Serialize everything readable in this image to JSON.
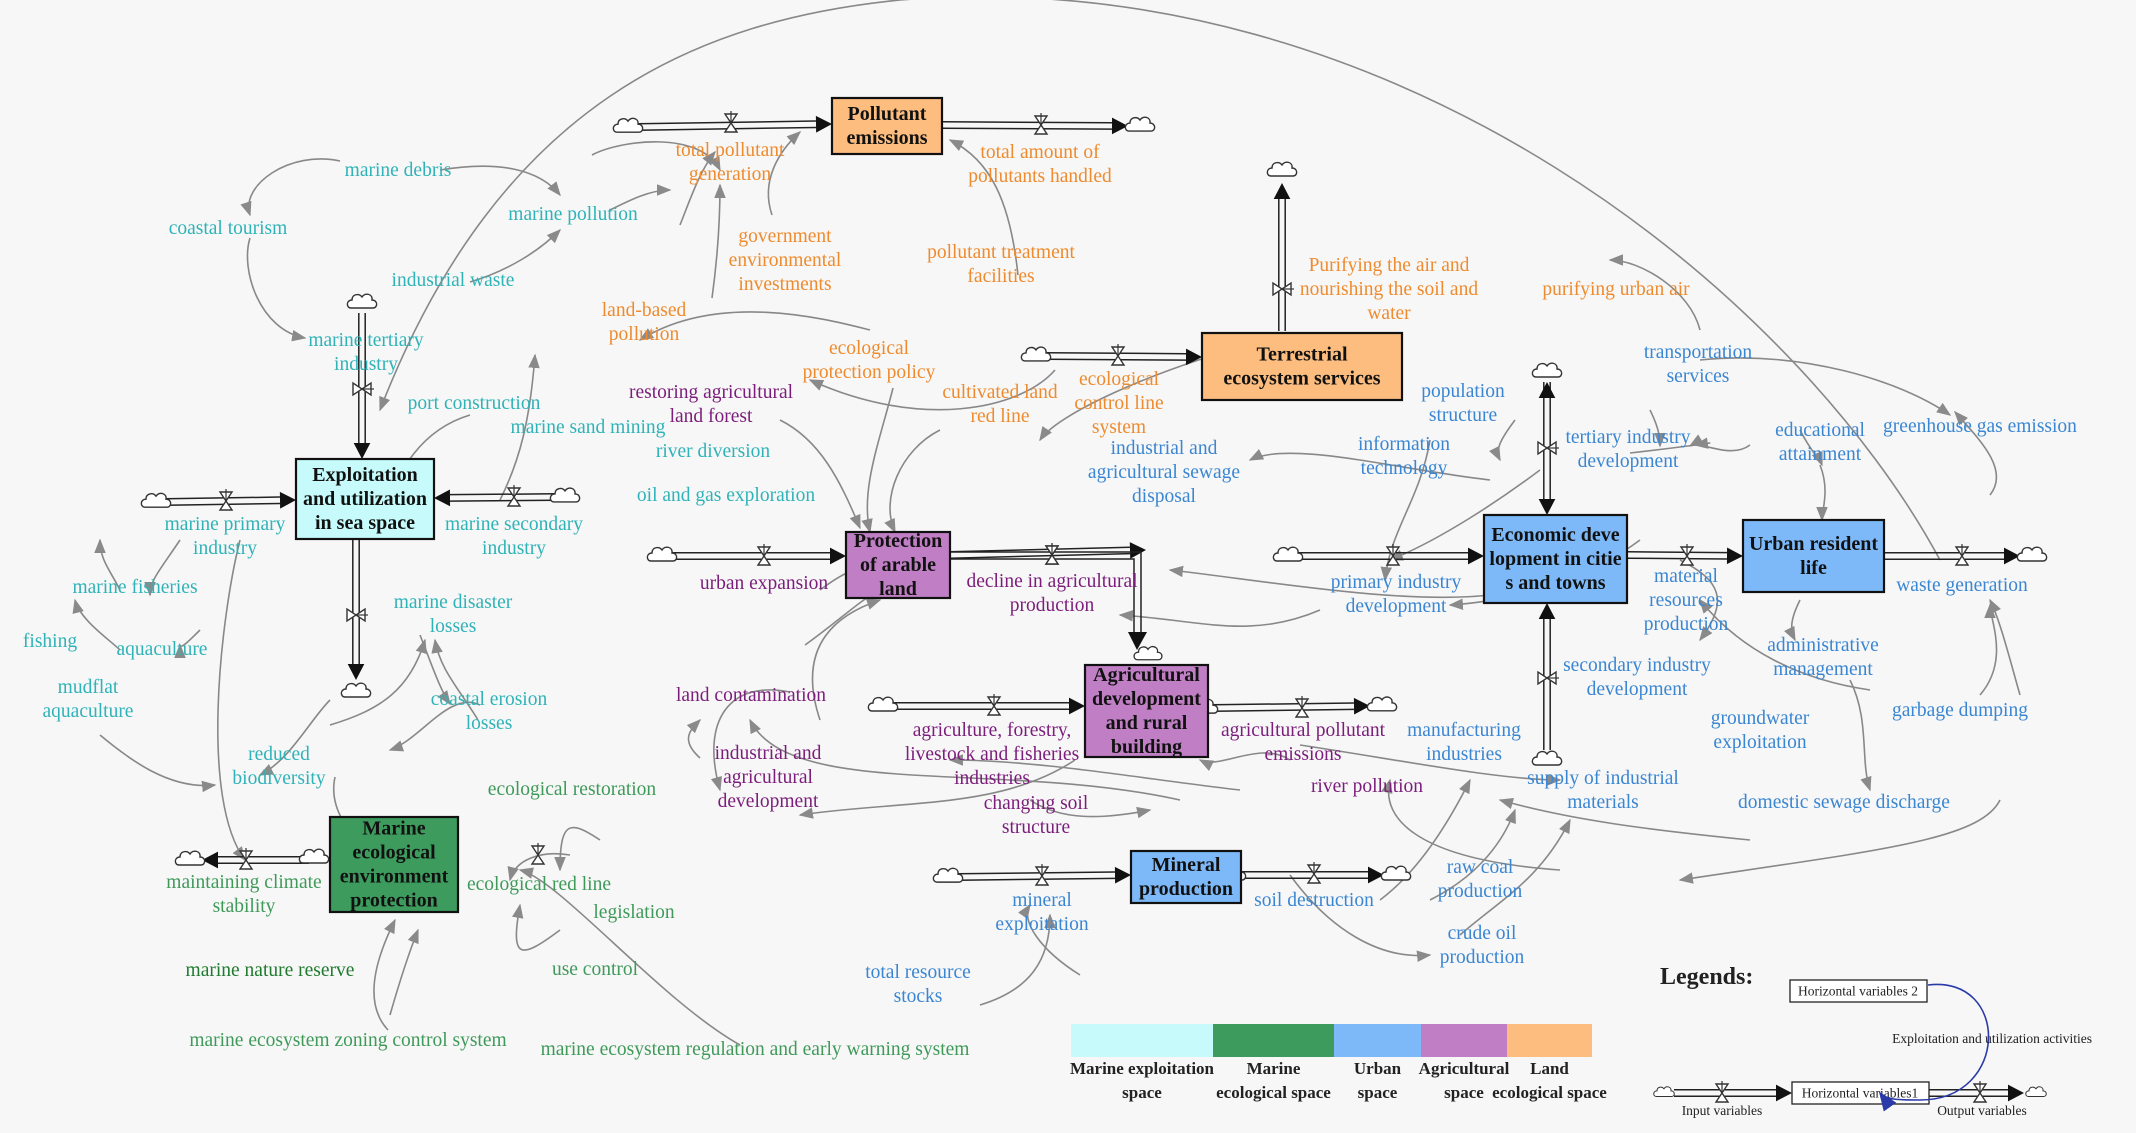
{
  "colors": {
    "marine_exploitation": "#c7fbfb",
    "marine_ecological": "#3d9b5e",
    "urban": "#7db9f8",
    "agricultural": "#c07fc4",
    "land_ecological": "#fcbd7f",
    "text_cyan": "#2fb3b8",
    "text_green": "#3f9a5a",
    "text_blue": "#3a86d2",
    "text_purple": "#7b1d7b",
    "text_orange": "#ee8b2e",
    "arrow": "#888888"
  },
  "stocks": {
    "pollutant": [
      "Pollutant",
      "emissions"
    ],
    "terrestrial": [
      "Terrestrial",
      "ecosystem services"
    ],
    "exploitation": [
      "Exploitation",
      "and utilization",
      "in sea space"
    ],
    "arable": [
      "Protection",
      "of arable",
      "land"
    ],
    "agri_dev": [
      "Agricultural",
      "development",
      "and rural",
      "building"
    ],
    "economic": [
      "Economic deve",
      "lopment in citie",
      "s and towns"
    ],
    "urban_life": [
      "Urban resident",
      "life"
    ],
    "marine_eco": [
      "Marine",
      "ecological",
      "environment",
      "protection"
    ],
    "mineral": [
      "Mineral",
      "production"
    ]
  },
  "variables": {
    "total_pollutant_generation": [
      "total pollutant",
      "generation"
    ],
    "total_pollutants_handled": [
      "total amount of",
      "pollutants handled"
    ],
    "marine_debris": [
      "marine debris"
    ],
    "coastal_tourism": [
      "coastal tourism"
    ],
    "marine_pollution": [
      "marine pollution"
    ],
    "industrial_waste": [
      "industrial waste"
    ],
    "government_investments": [
      "government",
      "environmental",
      "investments"
    ],
    "pollutant_treatment": [
      "pollutant treatment",
      "facilities"
    ],
    "purifying_air_soil": [
      "Purifying the air and",
      "nourishing the soil and",
      "water"
    ],
    "purifying_urban_air": [
      "purifying urban air"
    ],
    "land_based_pollution": [
      "land-based",
      "pollution"
    ],
    "ecological_protection_policy": [
      "ecological",
      "protection policy"
    ],
    "marine_tertiary": [
      "marine tertiary",
      "industry"
    ],
    "port_construction": [
      "port construction"
    ],
    "restoring_agri_forest": [
      "restoring agricultural",
      "land forest"
    ],
    "cultivated_red_line": [
      "cultivated land",
      "red line"
    ],
    "ecological_control_line": [
      "ecological",
      "control line",
      "system"
    ],
    "population_structure": [
      "population",
      "structure"
    ],
    "transportation_services": [
      "transportation",
      "services"
    ],
    "marine_sand_mining": [
      "marine sand mining"
    ],
    "river_diversion": [
      "river diversion"
    ],
    "industrial_agri_sewage": [
      "industrial and",
      "agricultural sewage",
      "disposal"
    ],
    "information_technology": [
      "information",
      "technology"
    ],
    "tertiary_development": [
      "tertiary industry",
      "development"
    ],
    "educational_attainment": [
      "educational",
      "attainment"
    ],
    "greenhouse_gas": [
      "greenhouse gas emission"
    ],
    "oil_gas_exploration": [
      "oil and gas exploration"
    ],
    "marine_primary": [
      "marine primary",
      "industry"
    ],
    "marine_secondary": [
      "marine secondary",
      "industry"
    ],
    "marine_fisheries": [
      "marine fisheries"
    ],
    "marine_disaster_losses": [
      "marine disaster",
      "losses"
    ],
    "urban_expansion": [
      "urban expansion"
    ],
    "decline_agri_production": [
      "decline in agricultural",
      "production"
    ],
    "primary_industry_dev": [
      "primary industry",
      "development"
    ],
    "material_resources": [
      "material",
      "resources",
      "production"
    ],
    "waste_generation": [
      "waste generation"
    ],
    "fishing": [
      "fishing"
    ],
    "aquaculture": [
      "aquaculture"
    ],
    "mudflat_aquaculture": [
      "mudflat",
      "aquaculture"
    ],
    "administrative_management": [
      "administrative",
      "management"
    ],
    "land_contamination": [
      "land contamination"
    ],
    "secondary_industry_dev": [
      "secondary industry",
      "development"
    ],
    "coastal_erosion_losses": [
      "coastal erosion",
      "losses"
    ],
    "garbage_dumping": [
      "garbage dumping"
    ],
    "reduced_biodiversity": [
      "reduced",
      "biodiversity"
    ],
    "agriculture_forestry": [
      "agriculture, forestry,",
      "livestock and fisheries",
      "industries"
    ],
    "agri_pollutant_emissions": [
      "agricultural pollutant",
      "emissions"
    ],
    "manufacturing_industries": [
      "manufacturing",
      "industries"
    ],
    "groundwater_exploitation": [
      "groundwater",
      "exploitation"
    ],
    "industrial_agri_development": [
      "industrial and",
      "agricultural",
      "development"
    ],
    "ecological_restoration": [
      "ecological restoration"
    ],
    "changing_soil": [
      "changing soil",
      "structure"
    ],
    "river_pollution": [
      "river pollution"
    ],
    "supply_materials": [
      "supply of industrial",
      "materials"
    ],
    "domestic_sewage": [
      "domestic sewage discharge"
    ],
    "maintaining_climate": [
      "maintaining climate",
      "stability"
    ],
    "ecological_red_line": [
      "ecological red line"
    ],
    "legislation": [
      "legislation"
    ],
    "raw_coal": [
      "raw coal",
      "production"
    ],
    "mineral_exploitation": [
      "mineral",
      "exploitation"
    ],
    "soil_destruction": [
      "soil destruction"
    ],
    "crude_oil": [
      "crude oil",
      "production"
    ],
    "marine_nature_reserve": [
      "marine nature reserve"
    ],
    "use_control": [
      "use control"
    ],
    "total_resource_stocks": [
      "total resource",
      "stocks"
    ],
    "marine_zoning": [
      "marine ecosystem zoning control system"
    ],
    "marine_regulation": [
      "marine ecosystem regulation and early warning system"
    ]
  },
  "legend": {
    "title": "Legends:",
    "horizontal_variables_2": "Horizontal variables 2",
    "horizontal_variables_1": "Horizontal variables1",
    "activity_label": "Exploitation and utilization activities",
    "input_variables": "Input variables",
    "output_variables": "Output variables",
    "swatches": [
      {
        "color": "#c7fbfb",
        "label": [
          "Marine exploitation",
          "space"
        ]
      },
      {
        "color": "#3d9b5e",
        "label": [
          "Marine",
          "ecological space"
        ]
      },
      {
        "color": "#7db9f8",
        "label": [
          "Urban",
          "space"
        ]
      },
      {
        "color": "#c07fc4",
        "label": [
          "Agricultural",
          "space"
        ]
      },
      {
        "color": "#fcbd7f",
        "label": [
          "Land",
          "ecological space"
        ]
      }
    ]
  }
}
